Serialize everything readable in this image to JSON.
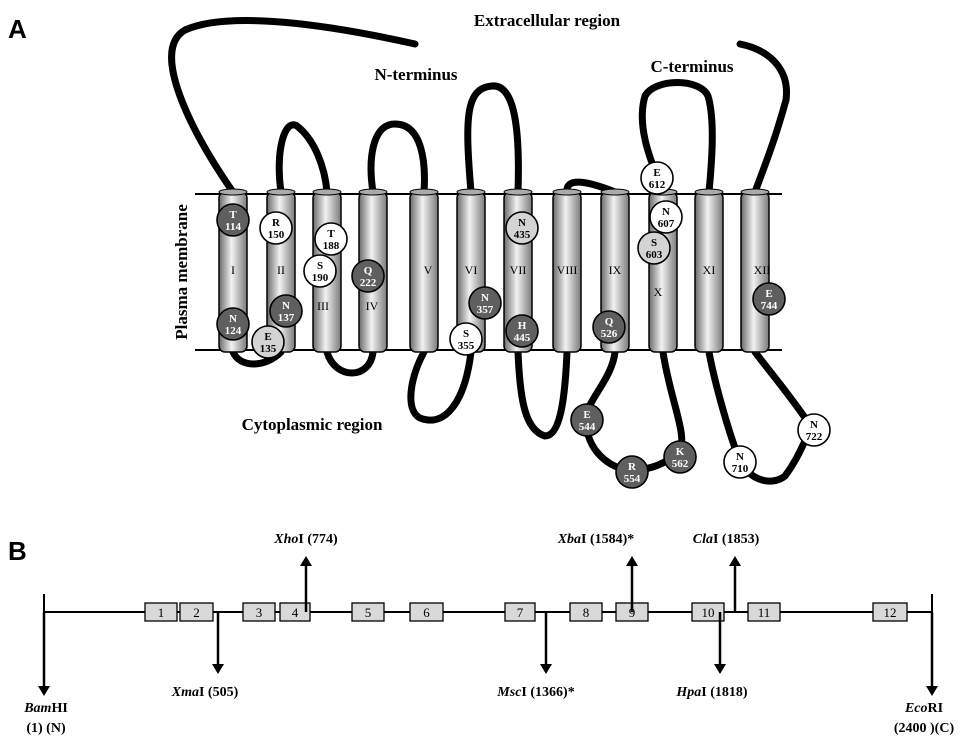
{
  "panel_a": {
    "letter": "A",
    "extracellular": "Extracellular region",
    "cytoplasmic": "Cytoplasmic region",
    "n_terminus": "N-terminus",
    "c_terminus": "C-terminus",
    "membrane": "Plasma membrane",
    "helices": [
      "I",
      "II",
      "III",
      "IV",
      "V",
      "VI",
      "VII",
      "VIII",
      "IX",
      "X",
      "XI",
      "XII"
    ],
    "residues": [
      {
        "aa": "T",
        "pos": "114",
        "tone": "dark"
      },
      {
        "aa": "N",
        "pos": "124",
        "tone": "dark"
      },
      {
        "aa": "R",
        "pos": "150",
        "tone": "white"
      },
      {
        "aa": "N",
        "pos": "137",
        "tone": "dark"
      },
      {
        "aa": "E",
        "pos": "135",
        "tone": "light"
      },
      {
        "aa": "T",
        "pos": "188",
        "tone": "white"
      },
      {
        "aa": "S",
        "pos": "190",
        "tone": "white"
      },
      {
        "aa": "Q",
        "pos": "222",
        "tone": "dark"
      },
      {
        "aa": "N",
        "pos": "357",
        "tone": "dark"
      },
      {
        "aa": "S",
        "pos": "355",
        "tone": "white"
      },
      {
        "aa": "N",
        "pos": "435",
        "tone": "light"
      },
      {
        "aa": "H",
        "pos": "445",
        "tone": "dark"
      },
      {
        "aa": "Q",
        "pos": "526",
        "tone": "dark"
      },
      {
        "aa": "E",
        "pos": "612",
        "tone": "white"
      },
      {
        "aa": "N",
        "pos": "607",
        "tone": "white"
      },
      {
        "aa": "S",
        "pos": "603",
        "tone": "light"
      },
      {
        "aa": "E",
        "pos": "744",
        "tone": "dark"
      },
      {
        "aa": "E",
        "pos": "544",
        "tone": "dark"
      },
      {
        "aa": "R",
        "pos": "554",
        "tone": "dark"
      },
      {
        "aa": "K",
        "pos": "562",
        "tone": "dark"
      },
      {
        "aa": "N",
        "pos": "710",
        "tone": "white"
      },
      {
        "aa": "N",
        "pos": "722",
        "tone": "white"
      }
    ]
  },
  "panel_b": {
    "letter": "B",
    "exons": [
      "1",
      "2",
      "3",
      "4",
      "5",
      "6",
      "7",
      "8",
      "9",
      "10",
      "11",
      "12"
    ],
    "sites": [
      {
        "enzyme_italic": "Xho",
        "enzyme_rest": "I",
        "position": "(774)"
      },
      {
        "enzyme_italic": "Xba",
        "enzyme_rest": "I",
        "position": "(1584)*"
      },
      {
        "enzyme_italic": "Cla",
        "enzyme_rest": "I",
        "position": "(1853)"
      },
      {
        "enzyme_italic": "Xma",
        "enzyme_rest": "I",
        "position": "(505)"
      },
      {
        "enzyme_italic": "Msc",
        "enzyme_rest": "I",
        "position": "(1366)*"
      },
      {
        "enzyme_italic": "Hpa",
        "enzyme_rest": "I",
        "position": "(1818)"
      },
      {
        "enzyme_italic": "Bam",
        "enzyme_rest": "HI",
        "position": "(1) (N)"
      },
      {
        "enzyme_italic": "Eco",
        "enzyme_rest": "RI",
        "position": "(2400 )(C)"
      }
    ]
  },
  "colors": {
    "dark": "#5f5f5f",
    "light": "#d4d4d4",
    "white": "#ffffff",
    "line": "#000000"
  }
}
